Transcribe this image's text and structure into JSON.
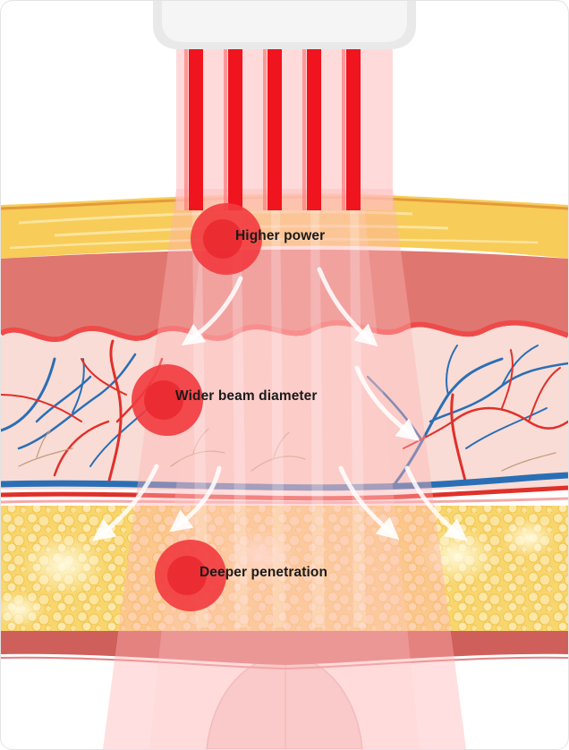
{
  "labels": {
    "higher_power": "Higher power",
    "wider_beam": "Wider beam diameter",
    "deeper_penetration": "Deeper penetration"
  },
  "colors": {
    "laser_red": "#f0141e",
    "callout_dot": "#f23a3e",
    "fat_yellow": "#f7d46a",
    "dermis_pink": "#f7d3d0",
    "muscle_red": "#d96a64",
    "vein_blue": "#2a6fb5",
    "artery_red": "#e0302a"
  },
  "icons": [
    "laser-emitter-icon",
    "arrow-icon"
  ]
}
